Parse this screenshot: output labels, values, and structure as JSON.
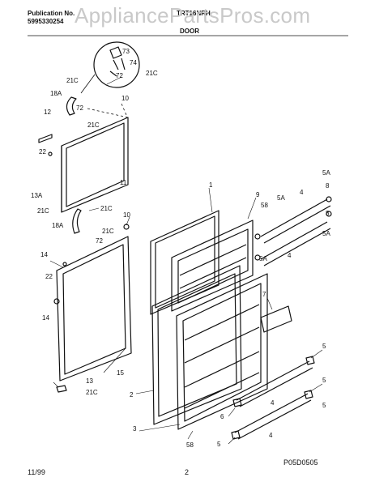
{
  "header": {
    "publication_label": "Publication No.",
    "publication_number": "5995330254",
    "model": "TRT16NRH",
    "section": "DOOR",
    "watermark": "AppliancePartsPros.com"
  },
  "footer": {
    "date": "11/99",
    "page": "2",
    "diagram_code": "P05D0505"
  },
  "callouts": {
    "c73": "73",
    "c74": "74",
    "c72a": "72",
    "c21c_a": "21C",
    "c21c_b": "21C",
    "c18a_a": "18A",
    "c10_a": "10",
    "c72b": "72",
    "c21c_c": "21C",
    "c12": "12",
    "c22_a": "22",
    "c11": "11",
    "c13a": "13A",
    "c21c_d": "21C",
    "c21c_e": "21C",
    "c18a_b": "18A",
    "c10_b": "10",
    "c21c_f": "21C",
    "c72c": "72",
    "c14_a": "14",
    "c22_b": "22",
    "c14_b": "14",
    "c15": "15",
    "c13": "13",
    "c21c_g": "21C",
    "c1": "1",
    "c9": "9",
    "c58_a": "58",
    "c5a_a": "5A",
    "c4_a": "4",
    "c5a_b": "5A",
    "c8": "8",
    "c8b": "8",
    "c5a_c": "5A",
    "c5a_d": "5A",
    "c4_b": "4",
    "c7": "7",
    "c2": "2",
    "c3": "3",
    "c58_b": "58",
    "c5_a": "5",
    "c6": "6",
    "c5_b": "5",
    "c4_c": "4",
    "c5_c": "5",
    "c5_d": "5",
    "c4_d": "4"
  }
}
